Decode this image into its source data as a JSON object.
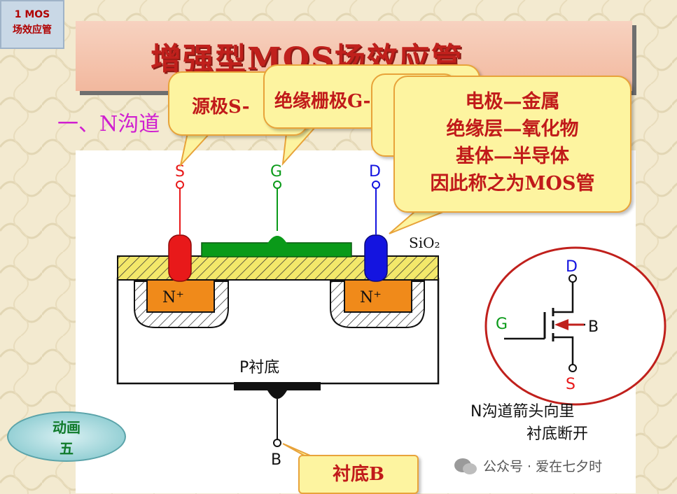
{
  "corner_label": {
    "line1": "1  MOS",
    "line2": "场效应管"
  },
  "title": "增强型MOS场效应管",
  "subtitle": "一、N沟道",
  "bubbles": {
    "source": "源极S-",
    "gate": "绝缘栅极G-",
    "main": [
      "电极—金属",
      "绝缘层—氧化物",
      "基体—半导体",
      "因此称之为MOS管"
    ],
    "substrate": "衬底B"
  },
  "terminals": {
    "s": "S",
    "g": "G",
    "d": "D",
    "b": "B"
  },
  "layers": {
    "n_plus": "N⁺",
    "sio2": "SiO₂",
    "p_substrate": "P衬底"
  },
  "symbol": {
    "d": "D",
    "g": "G",
    "b": "B",
    "s": "S"
  },
  "note": [
    "N沟道箭头向里",
    "衬底断开"
  ],
  "chip": {
    "line1": "动画",
    "line2": "五"
  },
  "watermark": "公众号 · 爱在七夕时",
  "colors": {
    "source_metal": "#e8191a",
    "drain_metal": "#1414e0",
    "gate_metal": "#0a9a19",
    "n_plus": "#f08a1a",
    "oxide": "#f3e86a"
  }
}
